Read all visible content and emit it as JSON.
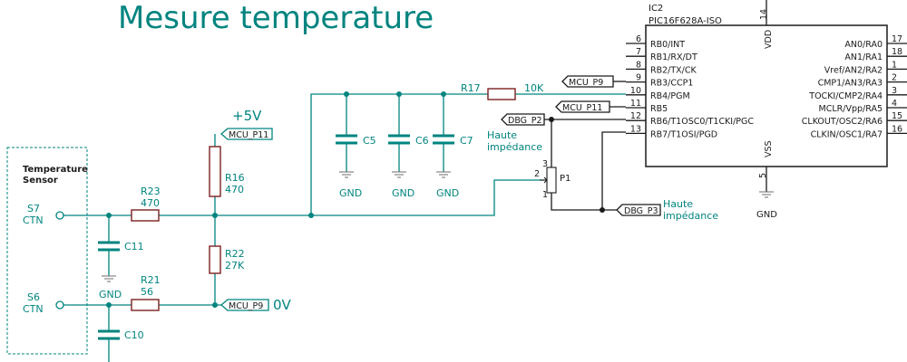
{
  "title": "Mesure temperature",
  "supply": {
    "vcc": "+5V",
    "zero": "0V"
  },
  "sensor_block": {
    "line1": "Temperature",
    "line2": "Sensor"
  },
  "connectors": [
    {
      "name": "S7",
      "type": "CTN"
    },
    {
      "name": "S6",
      "type": "CTN"
    }
  ],
  "resistors": {
    "r23": {
      "ref": "R23",
      "value": "470"
    },
    "r21": {
      "ref": "R21",
      "value": "56"
    },
    "r16": {
      "ref": "R16",
      "value": "470"
    },
    "r22": {
      "ref": "R22",
      "value": "27K"
    },
    "r17": {
      "ref": "R17",
      "value": "10K"
    }
  },
  "capacitors": [
    "C11",
    "C10",
    "C5",
    "C6",
    "C7"
  ],
  "ground_label": "GND",
  "potentiometer": {
    "ref": "P1",
    "pins": [
      "1",
      "2",
      "3"
    ]
  },
  "net_labels": {
    "mcu_p11_left": "MCU_P11",
    "mcu_p9_left": "MCU_P9",
    "mcu_p9_right": "MCU_P9",
    "mcu_p11_right": "MCU_P11",
    "dbg_p2": "DBG_P2",
    "dbg_p3": "DBG_P3"
  },
  "annotations": {
    "haute_1": "Haute",
    "impedance_1": "impédance",
    "haute_2": "Haute",
    "impedance_2": "impédance"
  },
  "ic": {
    "ref": "IC2",
    "part": "PIC16F628A-ISO",
    "vdd": "VDD",
    "vdd_pin": "14",
    "vss": "VSS",
    "vss_pin": "5",
    "left_pins": [
      {
        "num": "6",
        "name": "RB0/INT"
      },
      {
        "num": "7",
        "name": "RB1/RX/DT"
      },
      {
        "num": "8",
        "name": "RB2/TX/CK"
      },
      {
        "num": "9",
        "name": "RB3/CCP1"
      },
      {
        "num": "10",
        "name": "RB4/PGM"
      },
      {
        "num": "11",
        "name": "RB5"
      },
      {
        "num": "12",
        "name": "RB6/T1OSC0/T1CKI/PGC"
      },
      {
        "num": "13",
        "name": "RB7/T1OSI/PGD"
      }
    ],
    "right_pins": [
      {
        "num": "17",
        "name": "AN0/RA0"
      },
      {
        "num": "18",
        "name": "AN1/RA1"
      },
      {
        "num": "1",
        "name": "Vref/AN2/RA2"
      },
      {
        "num": "2",
        "name": "CMP1/AN3/RA3"
      },
      {
        "num": "3",
        "name": "TOCKI/CMP2/RA4"
      },
      {
        "num": "4",
        "name": "MCLR/Vpp/RA5"
      },
      {
        "num": "15",
        "name": "CLKOUT/OSC2/RA6"
      },
      {
        "num": "16",
        "name": "CLKIN/OSC1/RA7"
      }
    ]
  }
}
